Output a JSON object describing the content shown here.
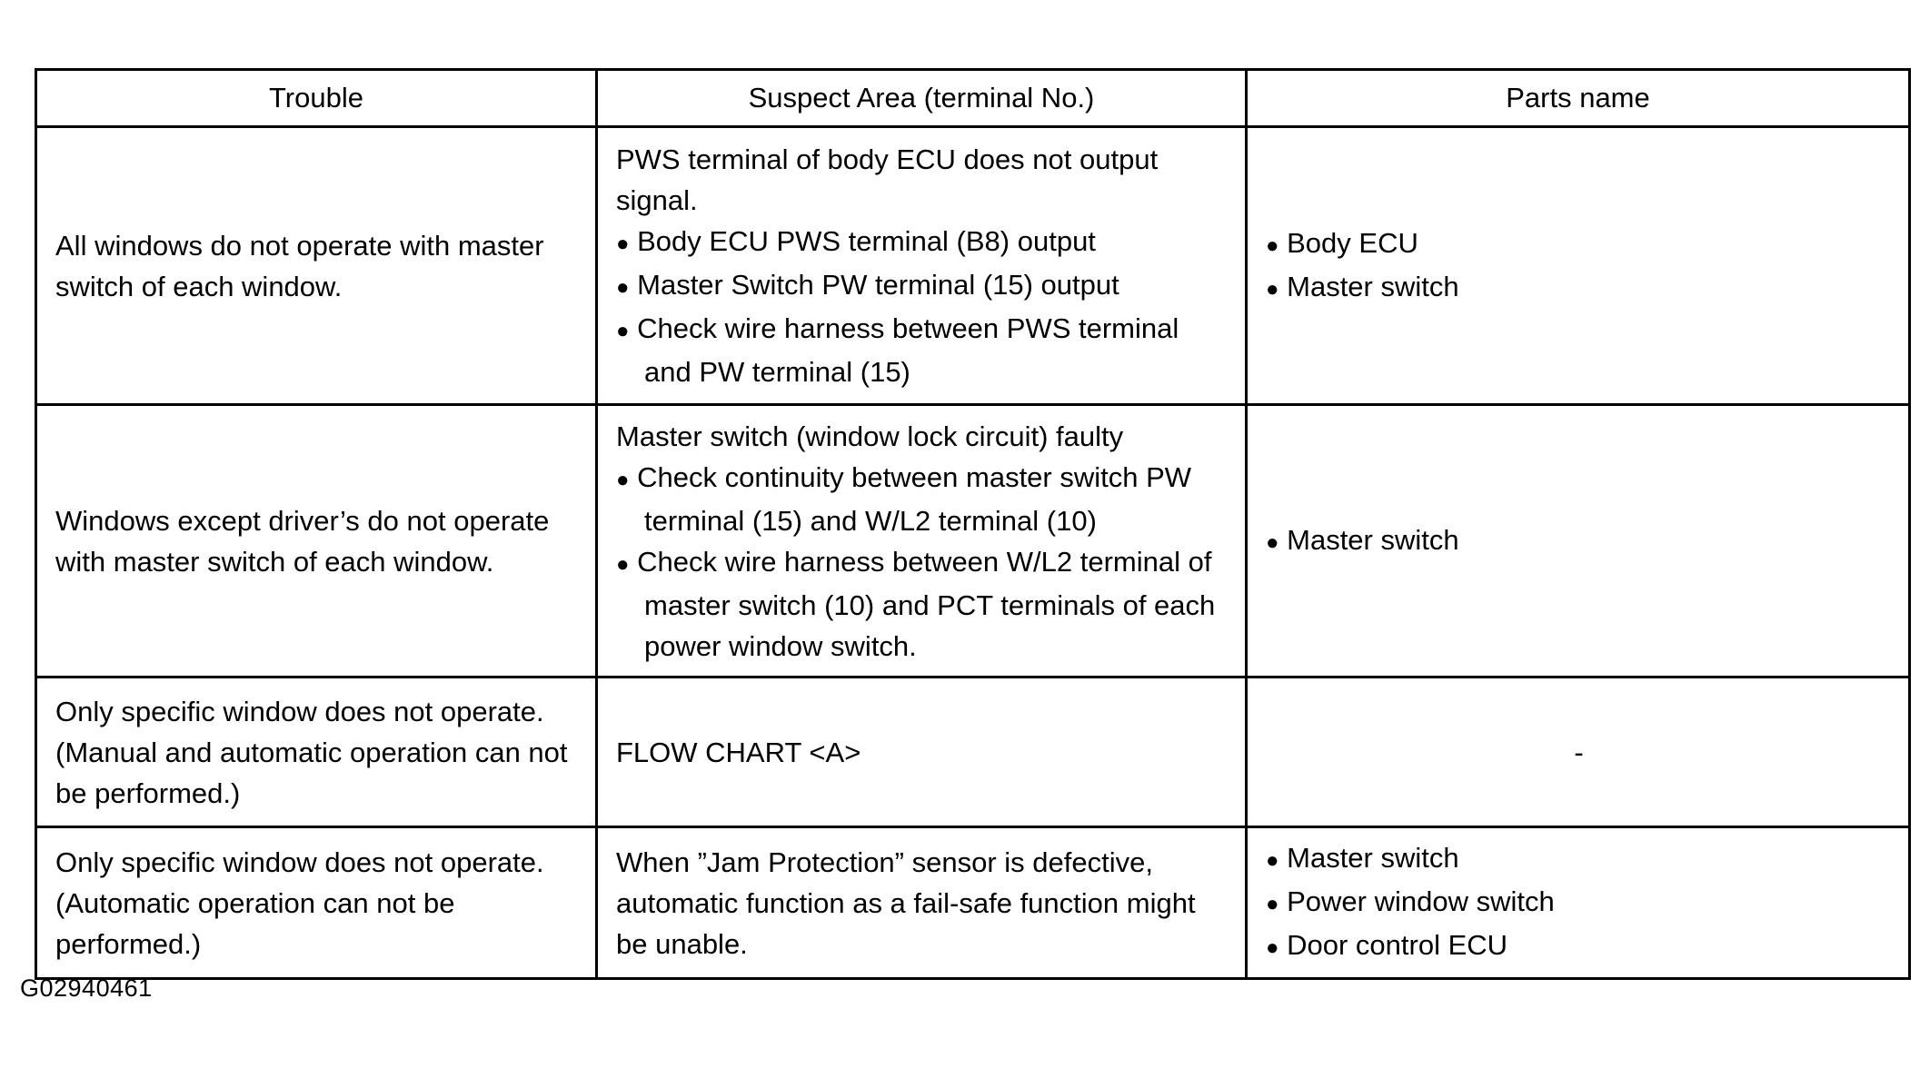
{
  "document": {
    "figure_id": "G02940461"
  },
  "table": {
    "headers": [
      "Trouble",
      "Suspect Area (terminal No.)",
      "Parts name"
    ],
    "rows": [
      {
        "trouble": "All windows do not operate with master switch of each window.",
        "suspect": {
          "intro": "PWS terminal of body ECU does not output signal.",
          "bullets": [
            "Body ECU PWS terminal (B8) output",
            "Master Switch PW terminal (15) output",
            "Check wire harness between PWS terminal and PW terminal (15)"
          ]
        },
        "parts": {
          "bullets": [
            "Body ECU",
            "Master switch"
          ]
        }
      },
      {
        "trouble": "Windows except driver’s do not operate with master switch of each window.",
        "suspect": {
          "intro": "Master switch (window lock circuit) faulty",
          "bullets": [
            "Check continuity between master switch PW terminal (15) and W/L2 terminal (10)",
            "Check wire harness between W/L2 terminal of master switch (10) and PCT terminals of each power window switch."
          ]
        },
        "parts": {
          "bullets": [
            "Master switch"
          ]
        }
      },
      {
        "trouble": "Only specific window does not operate. (Manual and automatic operation can not be performed.)",
        "suspect": {
          "intro": "FLOW CHART <A>",
          "bullets": []
        },
        "parts": {
          "placeholder": "-",
          "bullets": []
        }
      },
      {
        "trouble": "Only specific window does not operate. (Automatic operation can not be performed.)",
        "suspect": {
          "intro": "When ”Jam Protection” sensor is defective, automatic function as a fail-safe function might be unable.",
          "bullets": []
        },
        "parts": {
          "bullets": [
            "Master switch",
            "Power window switch",
            "Door control ECU"
          ]
        }
      }
    ]
  },
  "icons": {
    "bullet": "●"
  }
}
